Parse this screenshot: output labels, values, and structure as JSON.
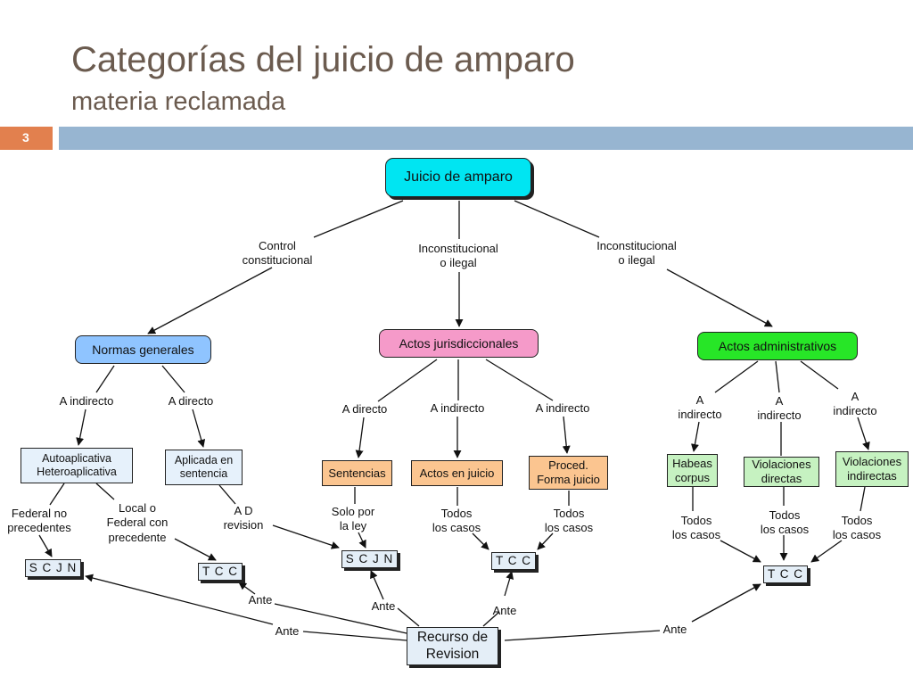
{
  "header": {
    "title": "Categorías del juicio de amparo",
    "subtitle": "materia reclamada",
    "slide_number": "3"
  },
  "nodes": {
    "root": "Juicio de amparo",
    "normas": "Normas generales",
    "actos_jur": "Actos jurisdiccionales",
    "actos_adm": "Actos administrativos",
    "autoaplicativa": "Autoaplicativa\nHeteroaplicativa",
    "aplicada": "Aplicada en\nsentencia",
    "sentencias": "Sentencias",
    "actos_juicio": "Actos en juicio",
    "proced": "Proced.\nForma juicio",
    "habeas": "Habeas\ncorpus",
    "viol_directas": "Violaciones\ndirectas",
    "viol_indirectas": "Violaciones\nindirectas",
    "scjn_left": "S C J N",
    "tcc_left": "T C C",
    "scjn_mid": "S C J N",
    "tcc_mid": "T C C",
    "tcc_right": "T C C",
    "recurso": "Recurso de\nRevision"
  },
  "labels": {
    "control": "Control\nconstitucional",
    "incons_mid": "Inconstitucional\no ilegal",
    "incons_right": "Inconstitucional\no ilegal",
    "a_indirecto_1": "A indirecto",
    "a_directo_1": "A directo",
    "a_directo_2": "A directo",
    "a_indirecto_2": "A indirecto",
    "a_indirecto_3": "A indirecto",
    "a_indirecto_4": "A\nindirecto",
    "a_indirecto_5": "A\nindirecto",
    "a_indirecto_6": "A\nindirecto",
    "federal_no": "Federal no\nprecedentes",
    "local_federal": "Local o\nFederal con\nprecedente",
    "ad_revision": "A D\nrevision",
    "solo_ley": "Solo por\nla ley",
    "todos_1": "Todos\nlos casos",
    "todos_2": "Todos\nlos casos",
    "todos_3": "Todos\nlos casos",
    "todos_4": "Todos\nlos casos",
    "todos_5": "Todos\nlos casos",
    "ante_1": "Ante",
    "ante_2": "Ante",
    "ante_3": "Ante",
    "ante_4": "Ante",
    "ante_5": "Ante"
  },
  "colors": {
    "title": "#6b5b4f",
    "slide_bar_accent": "#e2804e",
    "slide_bar": "#97b5d1",
    "root_fill": "#00e5f2",
    "normas_fill": "#8fc4ff",
    "actos_jur_fill": "#f59ac9",
    "actos_adm_fill": "#27e627",
    "leaf_blue_fill": "#e6f1fb",
    "leaf_orange_fill": "#fbc590",
    "leaf_green_fill": "#c6f2c1",
    "court_fill": "#e4eef7"
  }
}
